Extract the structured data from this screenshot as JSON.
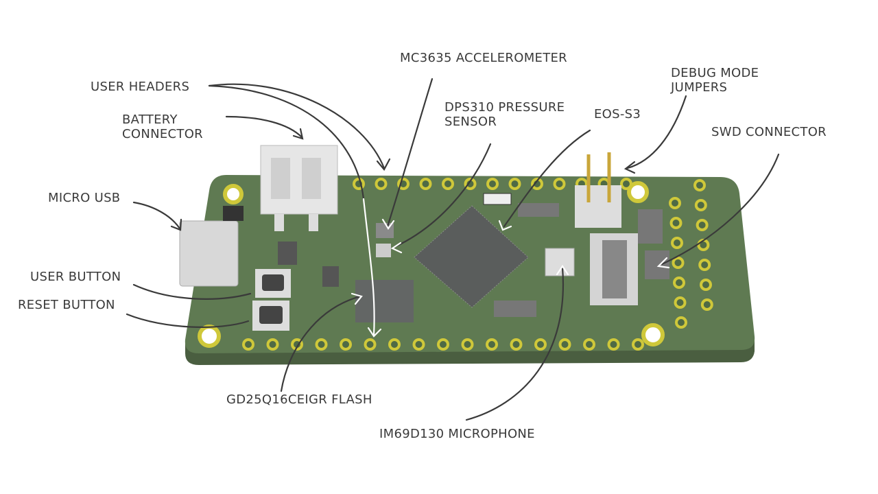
{
  "labels": {
    "user_headers": "USER HEADERS",
    "battery_connector": [
      "BATTERY",
      "CONNECTOR"
    ],
    "micro_usb": "MICRO USB",
    "user_button": "USER BUTTON",
    "reset_button": "RESET BUTTON",
    "accelerometer": "MC3635 ACCELEROMETER",
    "pressure_sensor": [
      "DPS310 PRESSURE",
      "SENSOR"
    ],
    "eos_s3": "EOS-S3",
    "debug_jumpers": [
      "DEBUG MODE",
      "JUMPERS"
    ],
    "swd_connector": "SWD CONNECTOR",
    "flash": "GD25Q16CEIGR FLASH",
    "microphone": "IM69D130 MICROPHONE"
  },
  "colors": {
    "board": "#5f7a52",
    "board_edge": "#4a5e40",
    "pad": "#cfc83a",
    "chip": "#5a5d5c",
    "text": "#3a3a3a"
  }
}
